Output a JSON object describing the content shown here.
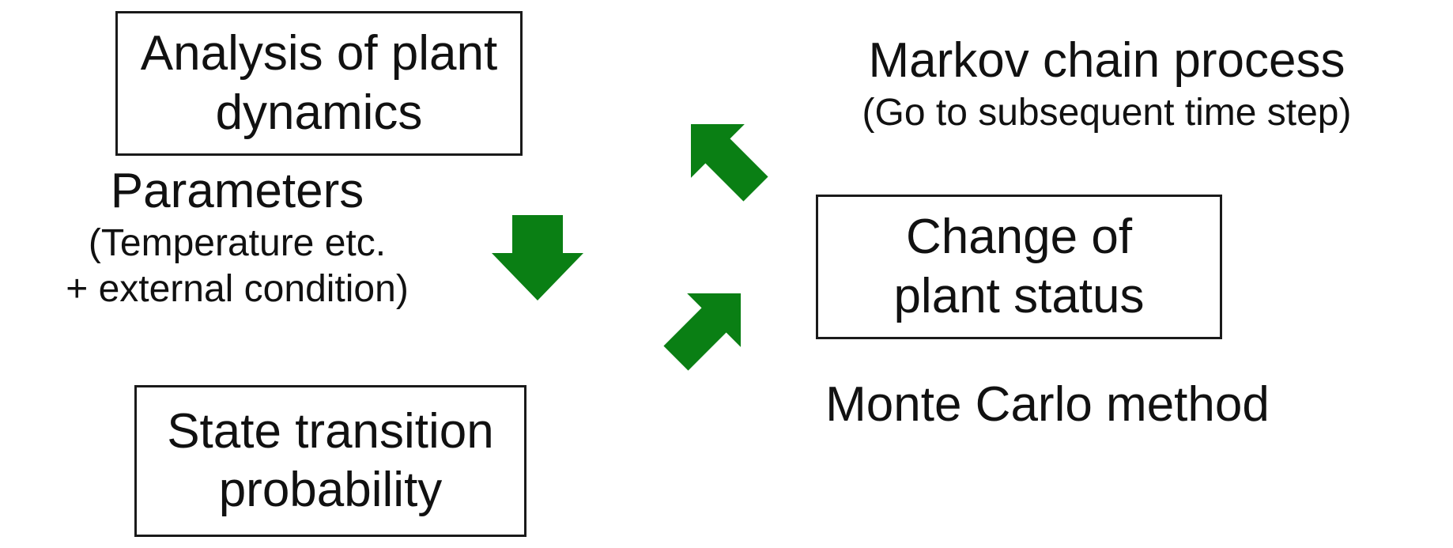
{
  "nodes": {
    "analysis": {
      "line1": "Analysis of plant",
      "line2": "dynamics"
    },
    "state_transition": {
      "line1": "State transition",
      "line2": "probability"
    },
    "change_status": {
      "line1": "Change of",
      "line2": "plant status"
    }
  },
  "labels": {
    "parameters": {
      "title": "Parameters",
      "line1": "(Temperature etc.",
      "line2": "+ external condition)"
    },
    "markov": {
      "title": "Markov chain process",
      "subtitle": "(Go to subsequent time step)"
    },
    "monte_carlo": "Monte Carlo method"
  },
  "colors": {
    "arrow": "#0a7f14",
    "border": "#1a1a1a",
    "text": "#111111"
  }
}
